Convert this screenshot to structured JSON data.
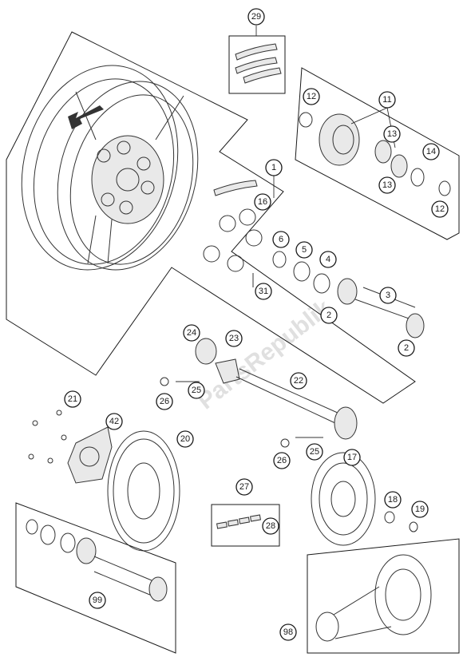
{
  "watermark": "PartsRepublik",
  "callouts": [
    {
      "id": "c1",
      "label": "1"
    },
    {
      "id": "c2a",
      "label": "2"
    },
    {
      "id": "c2b",
      "label": "2"
    },
    {
      "id": "c3",
      "label": "3"
    },
    {
      "id": "c4",
      "label": "4"
    },
    {
      "id": "c5",
      "label": "5"
    },
    {
      "id": "c6",
      "label": "6"
    },
    {
      "id": "c11",
      "label": "11"
    },
    {
      "id": "c12a",
      "label": "12"
    },
    {
      "id": "c12b",
      "label": "12"
    },
    {
      "id": "c13a",
      "label": "13"
    },
    {
      "id": "c13b",
      "label": "13"
    },
    {
      "id": "c14",
      "label": "14"
    },
    {
      "id": "c16",
      "label": "16"
    },
    {
      "id": "c17",
      "label": "17"
    },
    {
      "id": "c18",
      "label": "18"
    },
    {
      "id": "c19",
      "label": "19"
    },
    {
      "id": "c20",
      "label": "20"
    },
    {
      "id": "c21",
      "label": "21"
    },
    {
      "id": "c22",
      "label": "22"
    },
    {
      "id": "c23",
      "label": "23"
    },
    {
      "id": "c24",
      "label": "24"
    },
    {
      "id": "c25a",
      "label": "25"
    },
    {
      "id": "c25b",
      "label": "25"
    },
    {
      "id": "c26a",
      "label": "26"
    },
    {
      "id": "c26b",
      "label": "26"
    },
    {
      "id": "c27",
      "label": "27"
    },
    {
      "id": "c28",
      "label": "28"
    },
    {
      "id": "c29",
      "label": "29"
    },
    {
      "id": "c31",
      "label": "31"
    },
    {
      "id": "c42",
      "label": "42"
    },
    {
      "id": "c98",
      "label": "98"
    },
    {
      "id": "c99",
      "label": "99"
    }
  ]
}
